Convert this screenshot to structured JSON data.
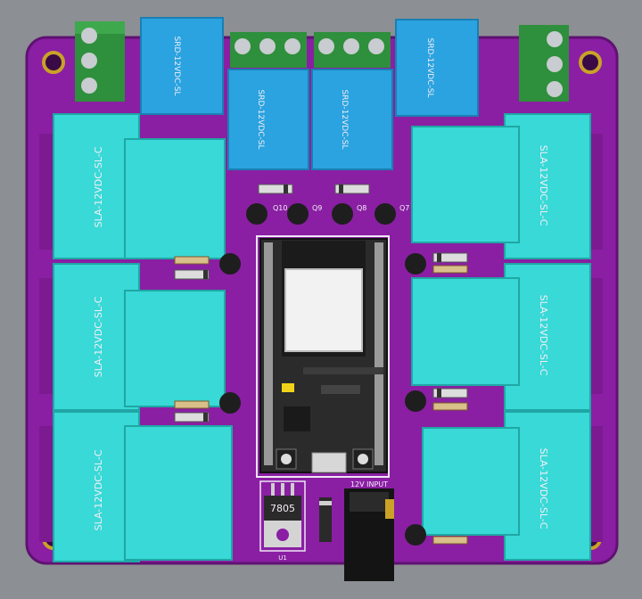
{
  "colors": {
    "background": "#8c8f93",
    "pcb": "#8a1fa3",
    "pcb_dark": "#6d1583",
    "relay_large": "#38d9d6",
    "relay_small": "#2aa3e0",
    "terminal": "#2e8f3c",
    "module": "#2b2b2b"
  },
  "relays_large": [
    {
      "label": "SLA-12VDC-SL-C"
    },
    {
      "label": "SLA-12VDC-SL-C"
    },
    {
      "label": "SLA-12VDC-SL-C"
    },
    {
      "label": "SLA-12VDC-SL-C"
    },
    {
      "label": "SLA-12VDC-SL-C"
    },
    {
      "label": "SLA-12VDC-SL-C"
    }
  ],
  "relays_small": [
    {
      "label": "SRD-12VDC-SL"
    },
    {
      "label": "SRD-12VDC-SL"
    },
    {
      "label": "SRD-12VDC-SL"
    },
    {
      "label": "SRD-12VDC-SL"
    }
  ],
  "transistors": [
    {
      "label": "Q10"
    },
    {
      "label": "Q9"
    },
    {
      "label": "Q8"
    },
    {
      "label": "Q7"
    }
  ],
  "regulator": {
    "label": "7805",
    "ref": "U1"
  },
  "power": {
    "label": "12V INPUT"
  }
}
